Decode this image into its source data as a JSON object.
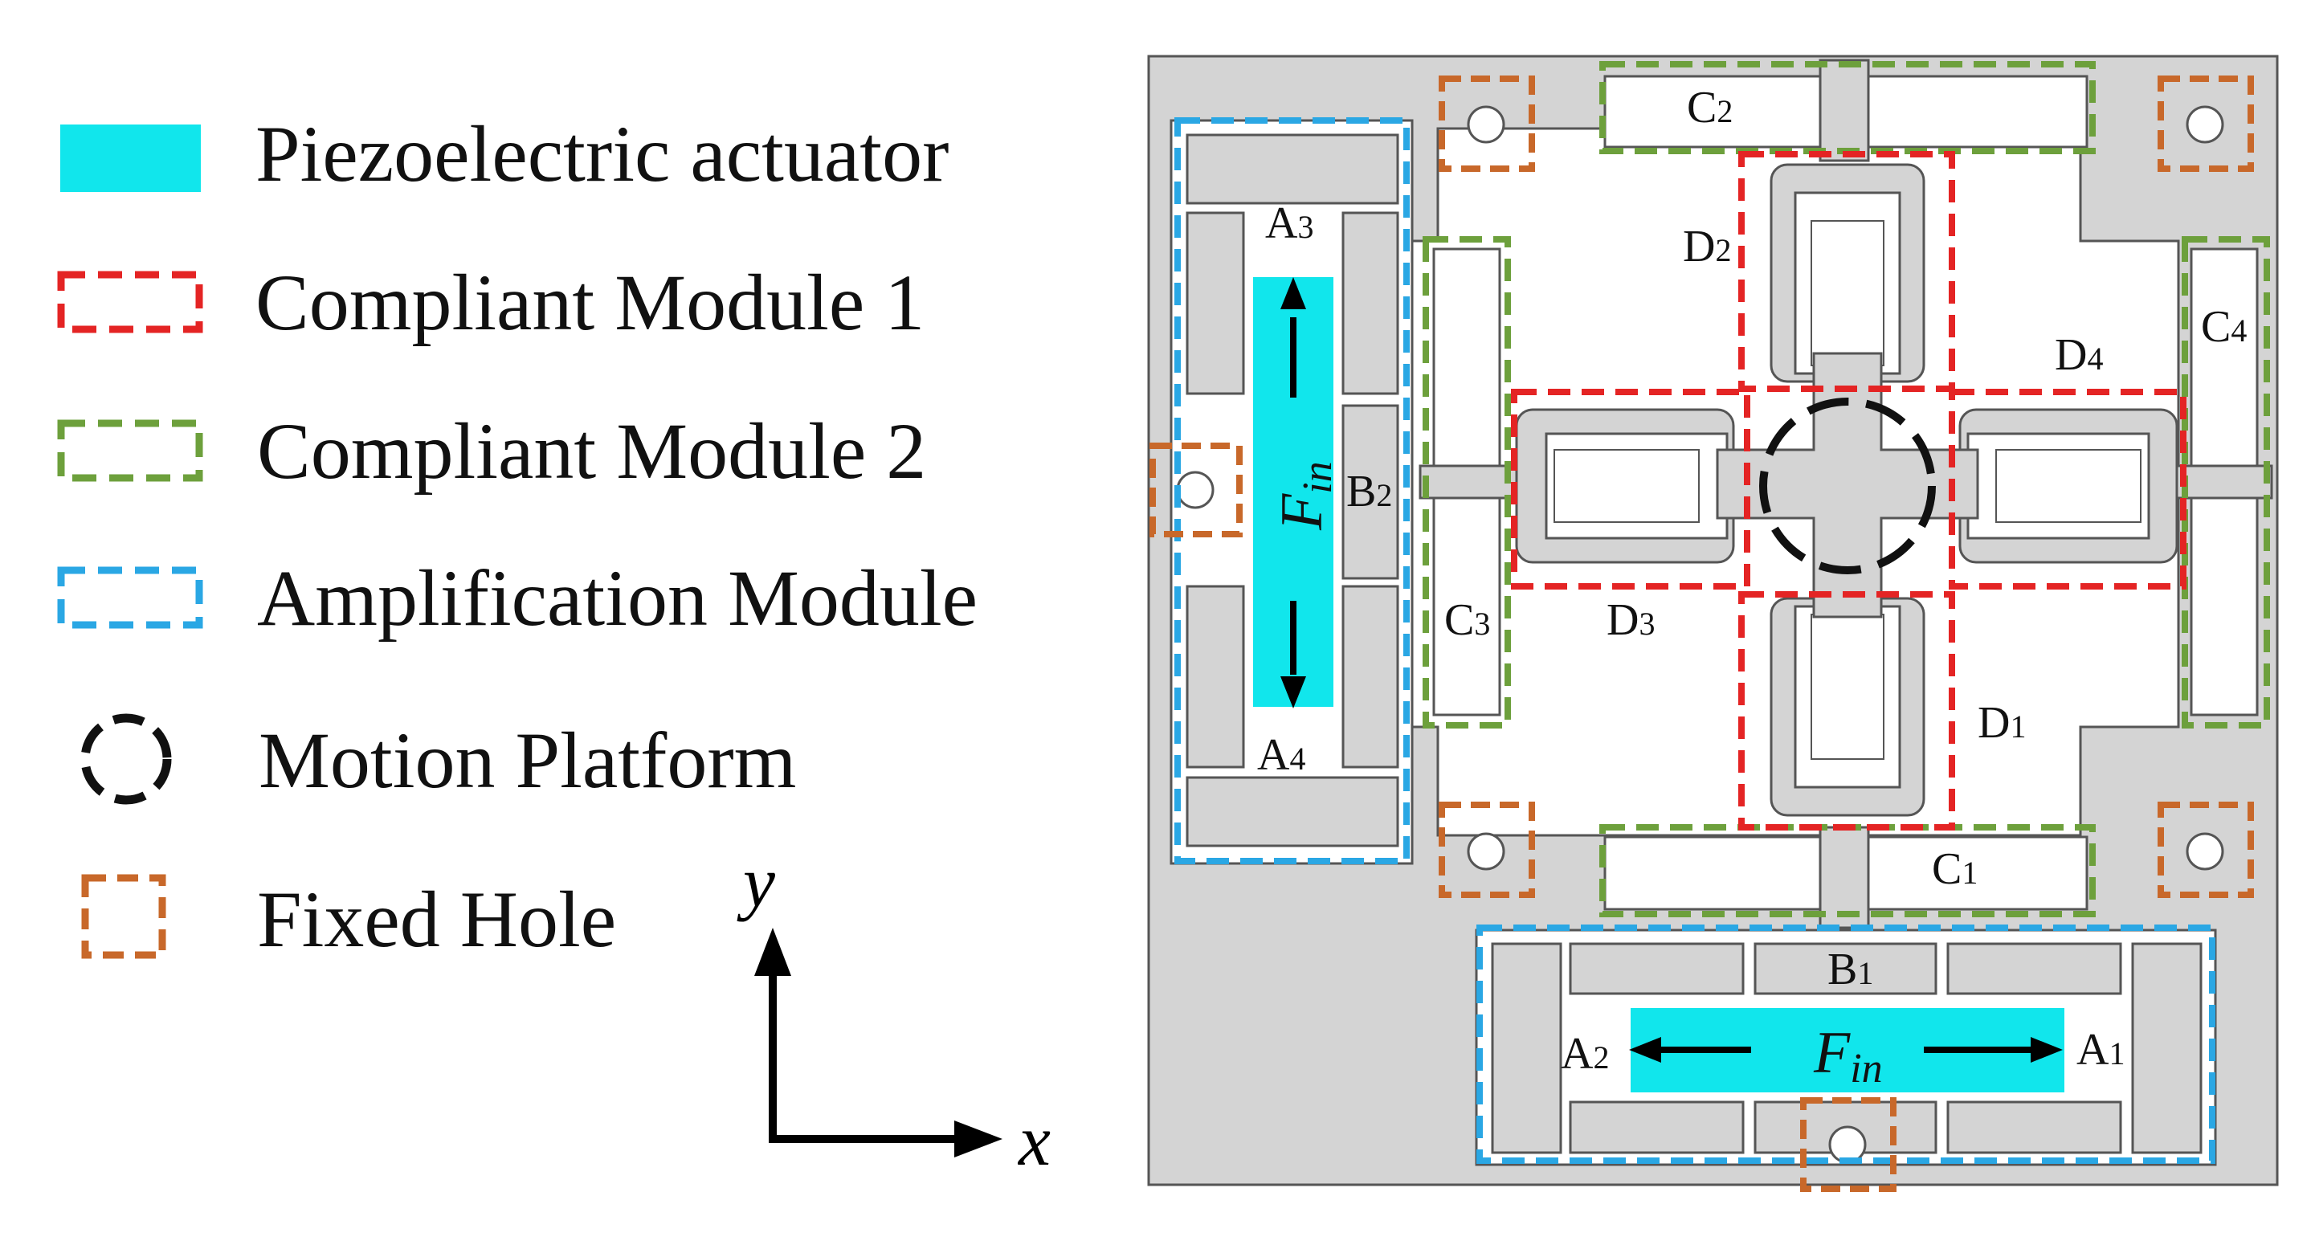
{
  "legend": {
    "piezo": "Piezoelectric actuator",
    "cm1": "Compliant Module 1",
    "cm2": "Compliant Module 2",
    "amp": "Amplification Module",
    "motion": "Motion Platform",
    "hole": "Fixed Hole"
  },
  "axes": {
    "y": "y",
    "x": "x"
  },
  "labels": {
    "A1": "A",
    "A1s": "1",
    "A2": "A",
    "A2s": "2",
    "A3": "A",
    "A3s": "3",
    "A4": "A",
    "A4s": "4",
    "B1": "B",
    "B1s": "1",
    "B2": "B",
    "B2s": "2",
    "C1": "C",
    "C1s": "1",
    "C2": "C",
    "C2s": "2",
    "C3": "C",
    "C3s": "3",
    "C4": "C",
    "C4s": "4",
    "D1": "D",
    "D1s": "1",
    "D2": "D",
    "D2s": "2",
    "D3": "D",
    "D3s": "3",
    "D4": "D",
    "D4s": "4",
    "fin": "F",
    "fin_sub": "in"
  },
  "colors": {
    "piezo": "#11e6ec",
    "cm1": "#e42424",
    "cm2": "#6da03c",
    "amp": "#2aa7e4",
    "hole": "#c8682a",
    "platform": "#111111",
    "body": "#d4d4d4",
    "outline": "#555555"
  }
}
